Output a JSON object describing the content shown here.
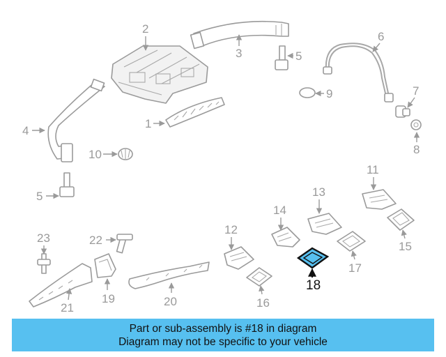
{
  "callouts": {
    "c1": "1",
    "c2": "2",
    "c3": "3",
    "c4": "4",
    "c5a": "5",
    "c5b": "5",
    "c6": "6",
    "c7": "7",
    "c8": "8",
    "c9": "9",
    "c10": "10",
    "c11": "11",
    "c12": "12",
    "c13": "13",
    "c14": "14",
    "c15": "15",
    "c16": "16",
    "c17": "17",
    "c18": "18",
    "c19": "19",
    "c20": "20",
    "c21": "21",
    "c22": "22",
    "c23": "23"
  },
  "highlight": {
    "part_number": "18",
    "fill_color": "#57c0f0",
    "stroke_color": "#111111"
  },
  "banner": {
    "line1": "Part or sub-assembly is #18 in diagram",
    "line2": "Diagram may not be specific to your vehicle",
    "background": "#57c0f0"
  }
}
